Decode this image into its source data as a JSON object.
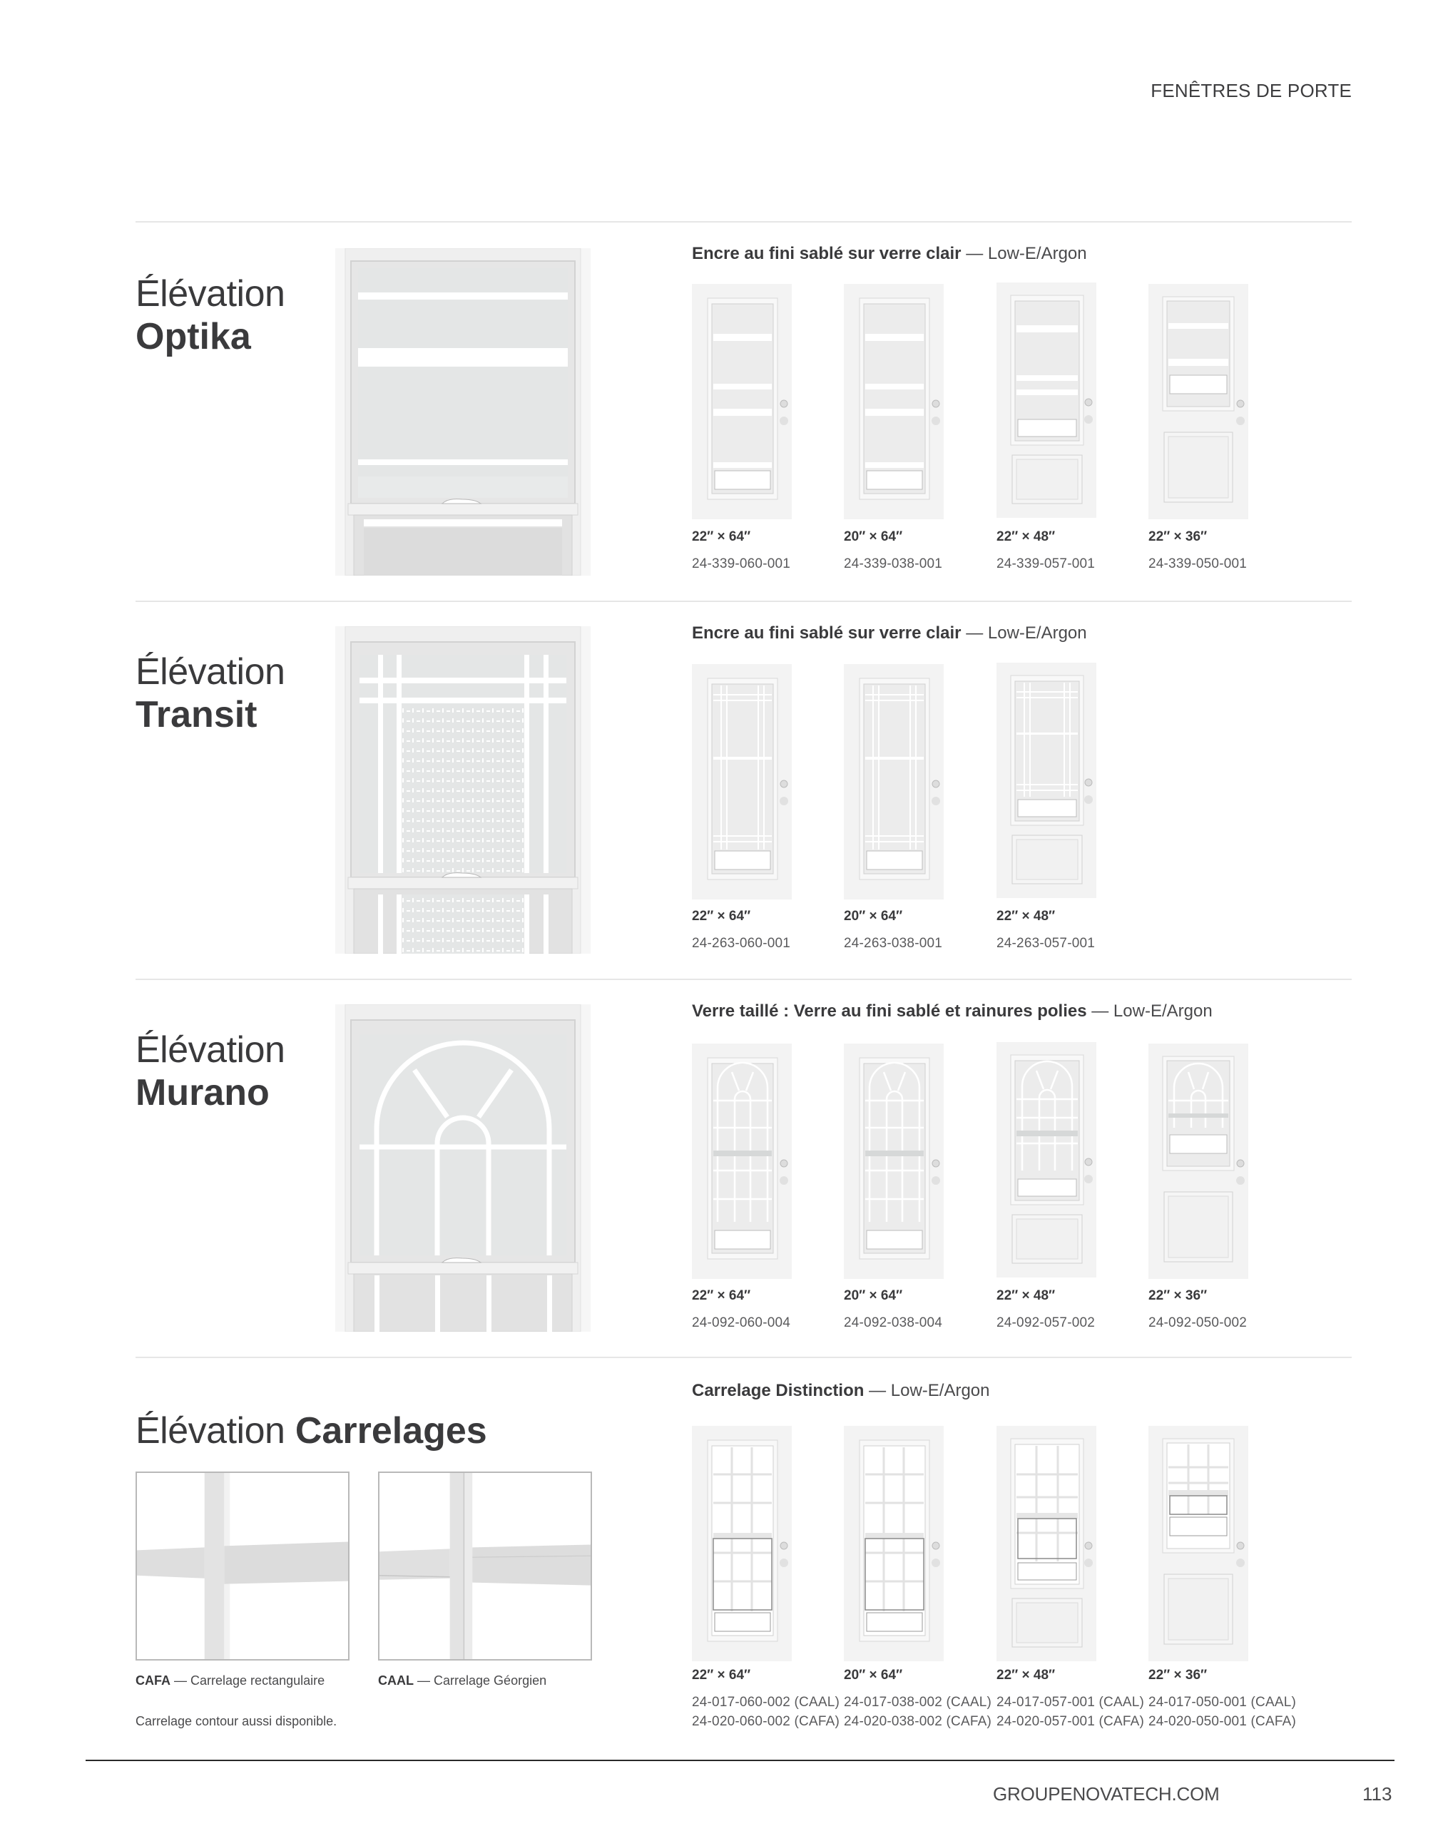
{
  "header": {
    "running_title": "FENÊTRES DE PORTE"
  },
  "sections": [
    {
      "id": "optika",
      "title_light": "Élévation",
      "title_bold": "Optika",
      "glass_type": "Encre au fini sablé sur verre clair",
      "glass_option": "— Low-E/Argon",
      "variants": [
        {
          "size": "22″ × 64″",
          "codes": [
            "24-339-060-001"
          ]
        },
        {
          "size": "20″ × 64″",
          "codes": [
            "24-339-038-001"
          ]
        },
        {
          "size": "22″ × 48″",
          "codes": [
            "24-339-057-001"
          ]
        },
        {
          "size": "22″ × 36″",
          "codes": [
            "24-339-050-001"
          ]
        }
      ]
    },
    {
      "id": "transit",
      "title_light": "Élévation",
      "title_bold": "Transit",
      "glass_type": "Encre au fini sablé sur verre clair",
      "glass_option": "— Low-E/Argon",
      "variants": [
        {
          "size": "22″ × 64″",
          "codes": [
            "24-263-060-001"
          ]
        },
        {
          "size": "20″ × 64″",
          "codes": [
            "24-263-038-001"
          ]
        },
        {
          "size": "22″ × 48″",
          "codes": [
            "24-263-057-001"
          ]
        }
      ]
    },
    {
      "id": "murano",
      "title_light": "Élévation",
      "title_bold": "Murano",
      "glass_type": "Verre taillé : Verre au fini sablé et rainures polies",
      "glass_option": "— Low-E/Argon",
      "variants": [
        {
          "size": "22″ × 64″",
          "codes": [
            "24-092-060-004"
          ]
        },
        {
          "size": "20″ × 64″",
          "codes": [
            "24-092-038-004"
          ]
        },
        {
          "size": "22″ × 48″",
          "codes": [
            "24-092-057-002"
          ]
        },
        {
          "size": "22″ × 36″",
          "codes": [
            "24-092-050-002"
          ]
        }
      ]
    },
    {
      "id": "carrelages",
      "title_light": "Élévation",
      "title_bold": "Carrelages",
      "glass_type": "Carrelage Distinction",
      "glass_option": "— Low-E/Argon",
      "tiles": [
        {
          "code": "CAFA",
          "label": "— Carrelage rectangulaire"
        },
        {
          "code": "CAAL",
          "label": "— Carrelage Géorgien"
        }
      ],
      "note": "Carrelage contour aussi disponible.",
      "variants": [
        {
          "size": "22″ × 64″",
          "codes": [
            "24-017-060-002 (CAAL)",
            "24-020-060-002 (CAFA)"
          ]
        },
        {
          "size": "20″ × 64″",
          "codes": [
            "24-017-038-002 (CAAL)",
            "24-020-038-002 (CAFA)"
          ]
        },
        {
          "size": "22″ × 48″",
          "codes": [
            "24-017-057-001 (CAAL)",
            "24-020-057-001 (CAFA)"
          ]
        },
        {
          "size": "22″ × 36″",
          "codes": [
            "24-017-050-001 (CAAL)",
            "24-020-050-001 (CAFA)"
          ]
        }
      ]
    }
  ],
  "footer": {
    "website": "GROUPENOVATECH.COM",
    "page_number": "113"
  },
  "colors": {
    "text": "#3a3a3c",
    "divider": "#e6e6e6",
    "footer_rule": "#2a2a2a",
    "glass": "#e3e5e5",
    "frame": "#f4f4f4"
  }
}
